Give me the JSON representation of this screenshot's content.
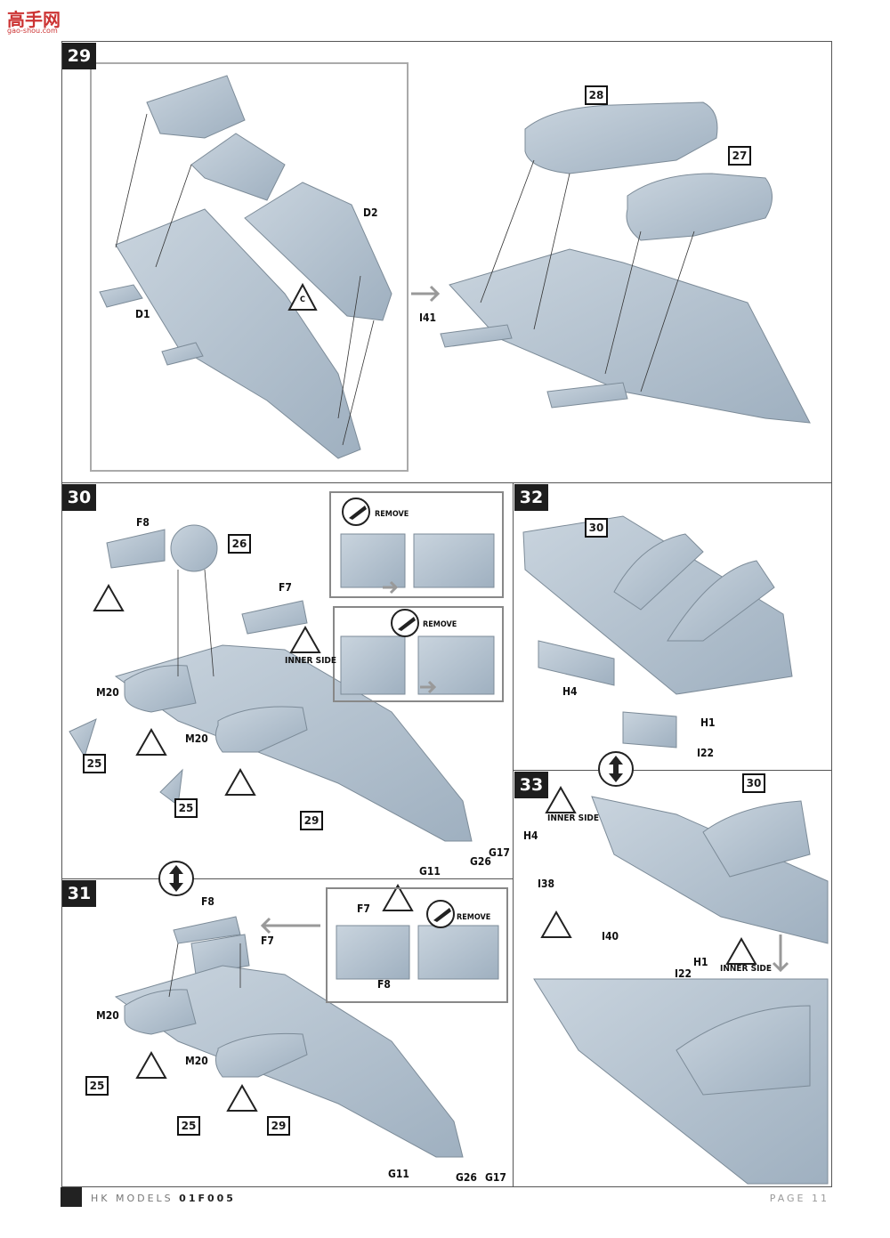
{
  "watermark": {
    "title": "高手网",
    "url": "gao-shou.com"
  },
  "steps": {
    "s29": "29",
    "s30": "30",
    "s31": "31",
    "s32": "32",
    "s33": "33"
  },
  "labels": {
    "D2": "D2",
    "D1": "D1",
    "I41": "I41",
    "box28": "28",
    "box27": "27",
    "F8": "F8",
    "box26": "26",
    "F7": "F7",
    "inner_side": "INNER SIDE",
    "remove": "REMOVE",
    "M20": "M20",
    "box25": "25",
    "box29": "29",
    "G11": "G11",
    "G26": "G26",
    "G17": "G17",
    "box30": "30",
    "H4": "H4",
    "H1": "H1",
    "I22": "I22",
    "I38": "I38",
    "I40": "I40",
    "C": "C"
  },
  "footer": {
    "brand": "HK MODELS",
    "code": "01F005",
    "page": "PAGE 11"
  },
  "colors": {
    "part": "#b9c6d2",
    "part_dark": "#8e9eac",
    "frame": "#555555"
  }
}
